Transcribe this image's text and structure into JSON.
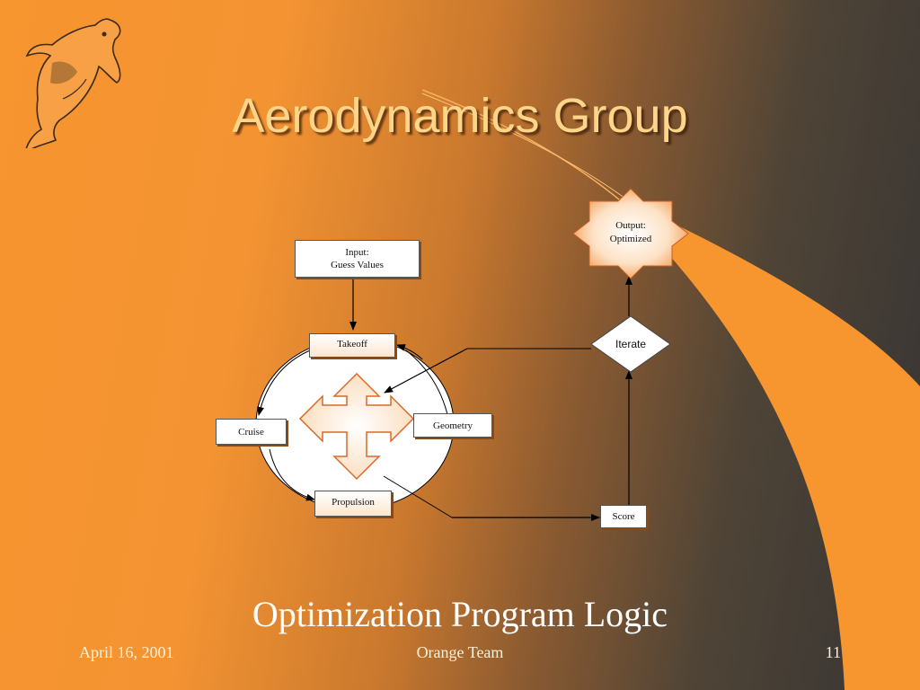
{
  "slide": {
    "title": "Aerodynamics Group",
    "caption": "Optimization Program Logic",
    "footer": {
      "date": "April 16, 2001",
      "team": "Orange Team",
      "page": "11"
    }
  },
  "diagram": {
    "input_box": "Input:\nGuess Values",
    "takeoff_box": "Takeoff",
    "cruise_box": "Cruise",
    "geometry_box": "Geometry",
    "propulsion_box": "Propulsion",
    "score_box": "Score",
    "iterate_node": "Iterate",
    "output_node": "Output:\nOptimized"
  },
  "icons": {
    "logo": "orca-whale-logo"
  },
  "colors": {
    "background_left": "#f7952f",
    "background_right": "#363434",
    "title": "#ffd58a",
    "accent": "#f39332"
  }
}
